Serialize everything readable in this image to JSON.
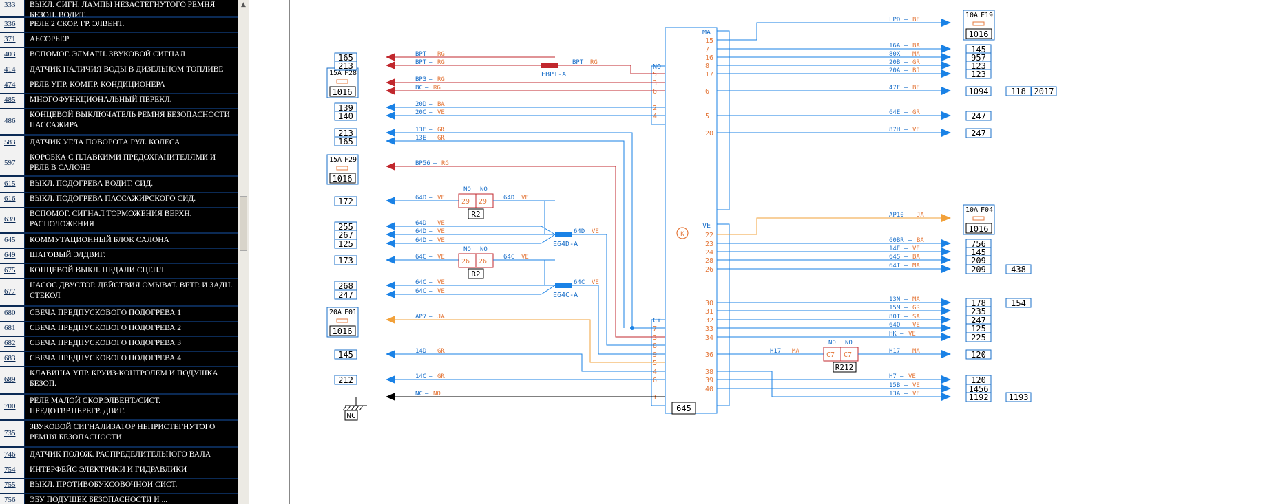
{
  "colors": {
    "panel_bg": "#0b2a55",
    "blue": "#1a82e6",
    "red": "#c1272d",
    "orange": "#f2a13a",
    "text_orange": "#e4783b",
    "text_blue": "#1a6fc9",
    "black": "#000000"
  },
  "list": [
    {
      "num": "333",
      "text": "ВЫКЛ. СИГН. ЛАМПЫ НЕЗАСТЕГНУТОГО РЕМНЯ БЕЗОП. ВОДИТ."
    },
    {
      "num": "336",
      "text": "РЕЛЕ 2 СКОР. ГР. ЭЛВЕНТ."
    },
    {
      "num": "371",
      "text": "АБСОРБЕР"
    },
    {
      "num": "403",
      "text": "ВСПОМОГ. ЭЛМАГН. ЗВУКОВОЙ СИГНАЛ"
    },
    {
      "num": "414",
      "text": "ДАТЧИК НАЛИЧИЯ ВОДЫ В ДИЗЕЛЬНОМ ТОПЛИВЕ"
    },
    {
      "num": "474",
      "text": "РЕЛЕ УПР. КОМПР. КОНДИЦИОНЕРА"
    },
    {
      "num": "485",
      "text": "МНОГОФУНКЦИОНАЛЬНЫЙ ПЕРЕКЛ."
    },
    {
      "num": "486",
      "text": "КОНЦЕВОЙ ВЫКЛЮЧАТЕЛЬ РЕМНЯ БЕЗОПАСНОСТИ ПАССАЖИРА"
    },
    {
      "num": "583",
      "text": "ДАТЧИК УГЛА ПОВОРОТА РУЛ. КОЛЕСА"
    },
    {
      "num": "597",
      "text": "КОРОБКА С ПЛАВКИМИ ПРЕДОХРАНИТЕЛЯМИ И РЕЛЕ В САЛОНЕ"
    },
    {
      "num": "615",
      "text": "ВЫКЛ. ПОДОГРЕВА ВОДИТ. СИД."
    },
    {
      "num": "616",
      "text": "ВЫКЛ. ПОДОГРЕВА ПАССАЖИРСКОГО СИД."
    },
    {
      "num": "639",
      "text": "ВСПОМОГ. СИГНАЛ ТОРМОЖЕНИЯ ВЕРХН. РАСПОЛОЖЕНИЯ"
    },
    {
      "num": "645",
      "text": "КОММУТАЦИОННЫЙ БЛОК САЛОНА"
    },
    {
      "num": "649",
      "text": "ШАГОВЫЙ ЭЛДВИГ."
    },
    {
      "num": "675",
      "text": "КОНЦЕВОЙ ВЫКЛ. ПЕДАЛИ СЦЕПЛ."
    },
    {
      "num": "677",
      "text": "НАСОС ДВУСТОР. ДЕЙСТВИЯ ОМЫВАТ. ВЕТР. И ЗАДН. СТЕКОЛ"
    },
    {
      "num": "680",
      "text": "СВЕЧА ПРЕДПУСКОВОГО ПОДОГРЕВА 1"
    },
    {
      "num": "681",
      "text": "СВЕЧА ПРЕДПУСКОВОГО ПОДОГРЕВА 2"
    },
    {
      "num": "682",
      "text": "СВЕЧА ПРЕДПУСКОВОГО ПОДОГРЕВА 3"
    },
    {
      "num": "683",
      "text": "СВЕЧА ПРЕДПУСКОВОГО ПОДОГРЕВА 4"
    },
    {
      "num": "689",
      "text": "КЛАВИША УПР. КРУИЗ-КОНТРОЛЕМ И ПОДУШКА БЕЗОП."
    },
    {
      "num": "700",
      "text": "РЕЛЕ МАЛОЙ СКОР.ЭЛВЕНТ./СИСТ. ПРЕДОТВР.ПЕРЕГР. ДВИГ."
    },
    {
      "num": "735",
      "text": "ЗВУКОВОЙ СИГНАЛИЗАТОР НЕПРИСТЕГНУТОГО РЕМНЯ БЕЗОПАСНОСТИ"
    },
    {
      "num": "746",
      "text": "ДАТЧИК ПОЛОЖ. РАСПРЕДЕЛИТЕЛЬНОГО ВАЛА"
    },
    {
      "num": "754",
      "text": "ИНТЕРФЕЙС ЭЛЕКТРИКИ И ГИДРАВЛИКИ"
    },
    {
      "num": "755",
      "text": "ВЫКЛ. ПРОТИВОБУКСОВОЧНОЙ СИСТ."
    },
    {
      "num": "756",
      "text": "ЭБУ ПОДУШЕК БЕЗОПАСНОСТИ И ..."
    }
  ],
  "diagram": {
    "center_box": "645",
    "connectors": {
      "no": "NO",
      "ma": "MA",
      "ve": "VE",
      "cy": "CY"
    },
    "splices": {
      "ebpt": "EBPT-A",
      "e64d": "E64D-A",
      "e64c": "E64C-A"
    },
    "relays": {
      "r2a": {
        "pins": [
          "29",
          "29"
        ],
        "label": "R2",
        "no": "NO"
      },
      "r2b": {
        "pins": [
          "26",
          "26"
        ],
        "label": "R2",
        "no": "NO"
      },
      "r212": {
        "pins": [
          "C7",
          "C7"
        ],
        "label": "R212",
        "no": "NO"
      }
    },
    "ground": "NC",
    "fuses": {
      "f28": {
        "rating": "15A",
        "name": "F28",
        "ref": "1016"
      },
      "f29": {
        "rating": "15A",
        "name": "F29",
        "ref": "1016"
      },
      "f01": {
        "rating": "20A",
        "name": "F01",
        "ref": "1016"
      },
      "f19": {
        "rating": "10A",
        "name": "F19",
        "ref": "1016"
      },
      "f04": {
        "rating": "10A",
        "name": "F04",
        "ref": "1016"
      }
    },
    "left_wires": [
      {
        "box": "165",
        "wire": "BPT",
        "color": "RG"
      },
      {
        "box": "213",
        "wire": "BPT",
        "color": "RG"
      },
      {
        "box": "",
        "wire": "BP3",
        "color": "RG"
      },
      {
        "box": "",
        "wire": "BC",
        "color": "RG"
      },
      {
        "box": "139",
        "wire": "20D",
        "color": "BA"
      },
      {
        "box": "140",
        "wire": "20C",
        "color": "VE"
      },
      {
        "box": "213",
        "wire": "13E",
        "color": "GR"
      },
      {
        "box": "165",
        "wire": "13E",
        "color": "GR"
      },
      {
        "box": "",
        "wire": "BP56",
        "color": "RG"
      },
      {
        "box": "172",
        "wire": "64D",
        "color": "VE"
      },
      {
        "box": "255",
        "wire": "64D",
        "color": "VE"
      },
      {
        "box": "267",
        "wire": "64D",
        "color": "VE"
      },
      {
        "box": "125",
        "wire": "64D",
        "color": "VE"
      },
      {
        "box": "173",
        "wire": "64C",
        "color": "VE"
      },
      {
        "box": "268",
        "wire": "64C",
        "color": "VE"
      },
      {
        "box": "247",
        "wire": "64C",
        "color": "VE"
      },
      {
        "box": "",
        "wire": "AP7",
        "color": "JA"
      },
      {
        "box": "145",
        "wire": "14D",
        "color": "GR"
      },
      {
        "box": "212",
        "wire": "14C",
        "color": "GR"
      },
      {
        "box": "",
        "wire": "NC",
        "color": "NO"
      }
    ],
    "mid_wires": [
      {
        "wire": "BPT",
        "color": "RG"
      },
      {
        "wire": "64D",
        "color": "VE"
      },
      {
        "wire": "64D",
        "color": "VE"
      },
      {
        "wire": "64C",
        "color": "VE"
      },
      {
        "wire": "64C",
        "color": "VE"
      }
    ],
    "pins_left": [
      "5",
      "3",
      "6",
      "2",
      "4",
      "7",
      "3",
      "8",
      "9",
      "5",
      "4",
      "6",
      "1"
    ],
    "pins_right": [
      "15",
      "7",
      "16",
      "8",
      "17",
      "6",
      "5",
      "20",
      "22",
      "23",
      "24",
      "28",
      "26",
      "30",
      "31",
      "32",
      "33",
      "34",
      "36",
      "38",
      "39",
      "40"
    ],
    "right_wires": [
      {
        "wire": "LPD",
        "color": "BE",
        "boxes": []
      },
      {
        "wire": "16A",
        "color": "BA",
        "boxes": [
          "145"
        ]
      },
      {
        "wire": "80X",
        "color": "MA",
        "boxes": [
          "957"
        ]
      },
      {
        "wire": "20B",
        "color": "GR",
        "boxes": [
          "123"
        ]
      },
      {
        "wire": "20A",
        "color": "BJ",
        "boxes": [
          "123"
        ]
      },
      {
        "wire": "47F",
        "color": "BE",
        "boxes": [
          "1094",
          "118",
          "2017"
        ]
      },
      {
        "wire": "64E",
        "color": "GR",
        "boxes": [
          "247"
        ]
      },
      {
        "wire": "87H",
        "color": "VE",
        "boxes": [
          "247"
        ]
      },
      {
        "wire": "AP10",
        "color": "JA",
        "boxes": []
      },
      {
        "wire": "60BR",
        "color": "BA",
        "boxes": [
          "756"
        ]
      },
      {
        "wire": "14E",
        "color": "VE",
        "boxes": [
          "145"
        ]
      },
      {
        "wire": "64S",
        "color": "BA",
        "boxes": [
          "209"
        ]
      },
      {
        "wire": "64T",
        "color": "MA",
        "boxes": [
          "209",
          "438"
        ]
      },
      {
        "wire": "13N",
        "color": "MA",
        "boxes": [
          "178",
          "154"
        ]
      },
      {
        "wire": "15M",
        "color": "GR",
        "boxes": [
          "235"
        ]
      },
      {
        "wire": "80T",
        "color": "SA",
        "boxes": [
          "247"
        ]
      },
      {
        "wire": "64Q",
        "color": "VE",
        "boxes": [
          "125"
        ]
      },
      {
        "wire": "HK",
        "color": "VE",
        "boxes": [
          "225"
        ]
      },
      {
        "wire": "H17",
        "color": "MA",
        "boxes": [
          "120"
        ],
        "pre": "H17",
        "precolor": "MA"
      },
      {
        "wire": "H7",
        "color": "VE",
        "boxes": [
          "120"
        ]
      },
      {
        "wire": "15B",
        "color": "VE",
        "boxes": [
          "1456"
        ]
      },
      {
        "wire": "13A",
        "color": "VE",
        "boxes": [
          "1192",
          "1193"
        ]
      }
    ]
  }
}
